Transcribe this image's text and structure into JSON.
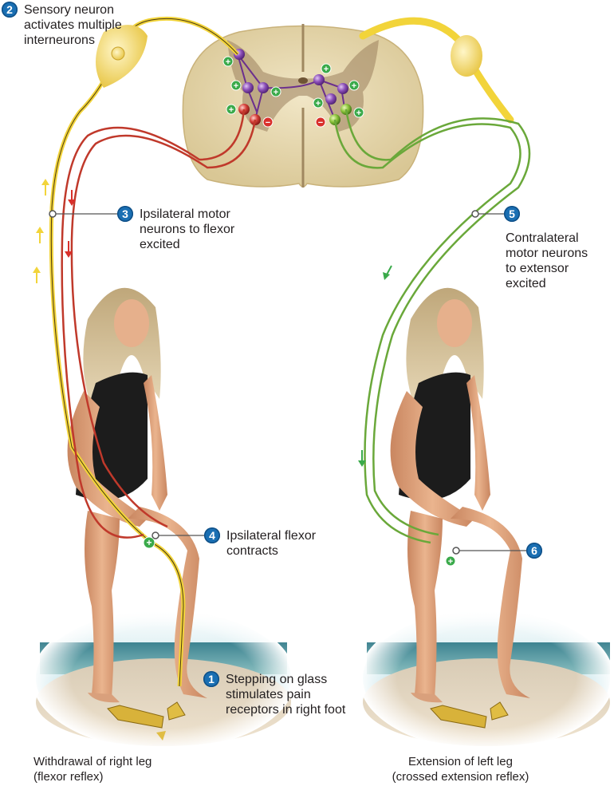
{
  "diagram": {
    "topic": "Withdrawal (flexor) reflex and crossed extension reflex",
    "steps": [
      {
        "number": "1",
        "lines": [
          "Stepping on glass",
          "stimulates pain",
          "receptors in right foot"
        ]
      },
      {
        "number": "2",
        "lines": [
          "Sensory neuron",
          "activates multiple",
          "interneurons"
        ]
      },
      {
        "number": "3",
        "lines": [
          "Ipsilateral motor",
          "neurons to flexor",
          "excited"
        ]
      },
      {
        "number": "4",
        "lines": [
          "Ipsilateral flexor",
          "contracts"
        ]
      },
      {
        "number": "5",
        "lines": [
          "Contralateral",
          "motor neurons",
          "to extensor",
          "excited"
        ]
      },
      {
        "number": "6",
        "lines": []
      }
    ],
    "captions": {
      "left": [
        "Withdrawal of right leg",
        "(flexor reflex)"
      ],
      "right": [
        "Extension of left leg",
        "(crossed extension reflex)"
      ]
    },
    "synapse_signs": {
      "excitatory": "+",
      "inhibitory": "−"
    },
    "colors": {
      "badge": "#1a6fb3",
      "sensory_neuron": "#f2d43a",
      "flexor_motor_neuron": "#c0392b",
      "extensor_motor_neuron": "#6aa83a",
      "interneuron": "#7b3f9e",
      "spinal_white_matter": "#e8dcb8",
      "spinal_gray_matter": "#9a7f5c",
      "excitatory_sign": "#3aaa4a",
      "inhibitory_sign": "#d9302b",
      "sand": "#e9dcc6",
      "sea": "#3f8f9a",
      "skin": "#e2a27a",
      "top": "#1c1c1c",
      "hair": "#d8c49c"
    },
    "icons": [
      "spinal-cord-cross-section",
      "interneuron",
      "motor-neuron",
      "sensory-ganglion",
      "signal-arrow",
      "excitatory-plus",
      "inhibitory-minus",
      "broken-glass-bottle"
    ]
  }
}
